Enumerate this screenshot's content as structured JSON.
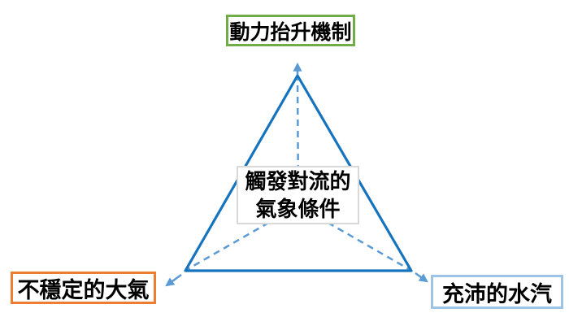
{
  "diagram": {
    "type": "triangle-concept-diagram",
    "center": {
      "line1": "觸發對流的",
      "line2": "氣象條件"
    },
    "nodes": {
      "top": {
        "label": "動力抬升機制"
      },
      "bottom_left": {
        "label": "不穩定的大氣"
      },
      "bottom_right": {
        "label": "充沛的水汽"
      }
    },
    "colors": {
      "background": "#FFFFFF",
      "triangle": "#1673BE",
      "dashed_line": "#5B9BD5",
      "arrow": "#5B9BD5",
      "top_node_border": "#70AD47",
      "bottom_left_node_border": "#ED7D31",
      "bottom_right_node_border": "#9DC3E6",
      "center_box_border": "#D9D9D9",
      "text": "#000000"
    }
  }
}
